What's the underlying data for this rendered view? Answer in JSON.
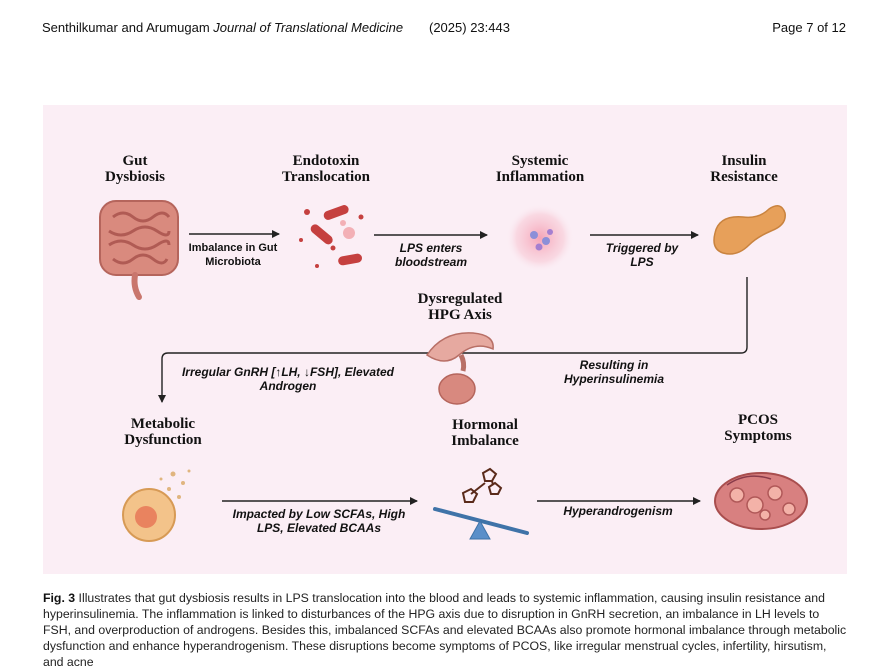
{
  "header": {
    "authors": "Senthilkumar and Arumugam",
    "journal": "Journal of Translational Medicine",
    "citation": "(2025) 23:443",
    "page": "Page 7 of 12"
  },
  "figure": {
    "nodes": {
      "gut_dysbiosis": "Gut\nDysbiosis",
      "endotoxin_translocation": "Endotoxin\nTranslocation",
      "systemic_inflammation": "Systemic\nInflammation",
      "insulin_resistance": "Insulin\nResistance",
      "dysregulated_hpg": "Dysregulated\nHPG Axis",
      "metabolic_dysfunction": "Metabolic\nDysfunction",
      "hormonal_imbalance": "Hormonal\nImbalance",
      "pcos_symptoms": "PCOS\nSymptoms"
    },
    "edges": {
      "imbalance_gut": "Imbalance in Gut\nMicrobiota",
      "lps_enters": "LPS enters\nbloodstream",
      "triggered_by": "Triggered by\nLPS",
      "resulting_in": "Resulting in\nHyperinsulinemia",
      "irregular_gnrh": "Irregular GnRH [↑LH, ↓FSH], Elevated\nAndrogen",
      "impacted_by": "Impacted by Low SCFAs, High\nLPS, Elevated BCAAs",
      "hyperandrogenism": "Hyperandrogenism"
    },
    "colors": {
      "background": "#fbeef5",
      "arrow": "#222222",
      "intestine": "#d98a7e",
      "pancreas": "#e7a05a",
      "pituitary": "#d8897f",
      "ovary": "#c96a6a",
      "cell": "#f3c38a"
    }
  },
  "caption": {
    "label": "Fig. 3",
    "text": " Illustrates that gut dysbiosis results in LPS translocation into the blood and leads to systemic inflammation, causing insulin resistance and hyperinsulinemia. The inflammation is linked to disturbances of the HPG axis due to disruption in GnRH secretion, an imbalance in LH levels to FSH, and overproduction of androgens. Besides this, imbalanced SCFAs and elevated BCAAs also promote hormonal imbalance through metabolic dysfunction and enhance hyperandrogenism. These disruptions become symptoms of PCOS, like irregular menstrual cycles, infertility, hirsutism, and acne"
  }
}
